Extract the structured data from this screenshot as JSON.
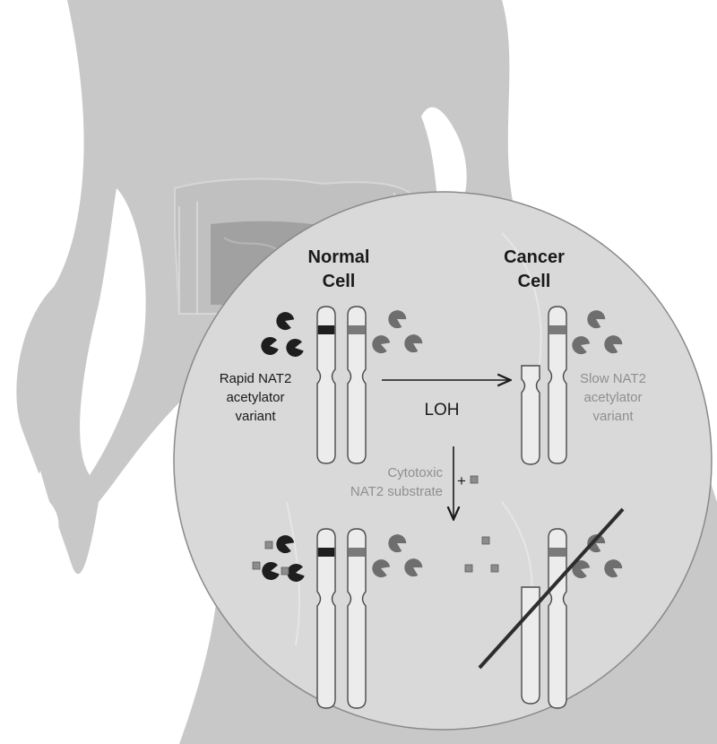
{
  "normal_cell_title": [
    "Normal",
    "Cell"
  ],
  "cancer_cell_title": [
    "Cancer",
    "Cell"
  ],
  "rapid_variant_label": [
    "Rapid NAT2",
    "acetylator",
    "variant"
  ],
  "slow_variant_label": [
    "Slow NAT2",
    "acetylator",
    "variant"
  ],
  "loh_label": "LOH",
  "substrate_label": [
    "Cytotoxic",
    "NAT2 substrate"
  ],
  "plus_sign": "+",
  "colors": {
    "body_silhouette": "#c8c8c8",
    "zoom_circle": "#d9d9d9",
    "rapid_enzyme": "#1e1e1e",
    "slow_enzyme": "#6e6e6e",
    "rapid_band": "#1e1e1e",
    "slow_band": "#7a7a7a",
    "substrate": "#8c8c8c",
    "strike_line": "#2d2d2d"
  }
}
